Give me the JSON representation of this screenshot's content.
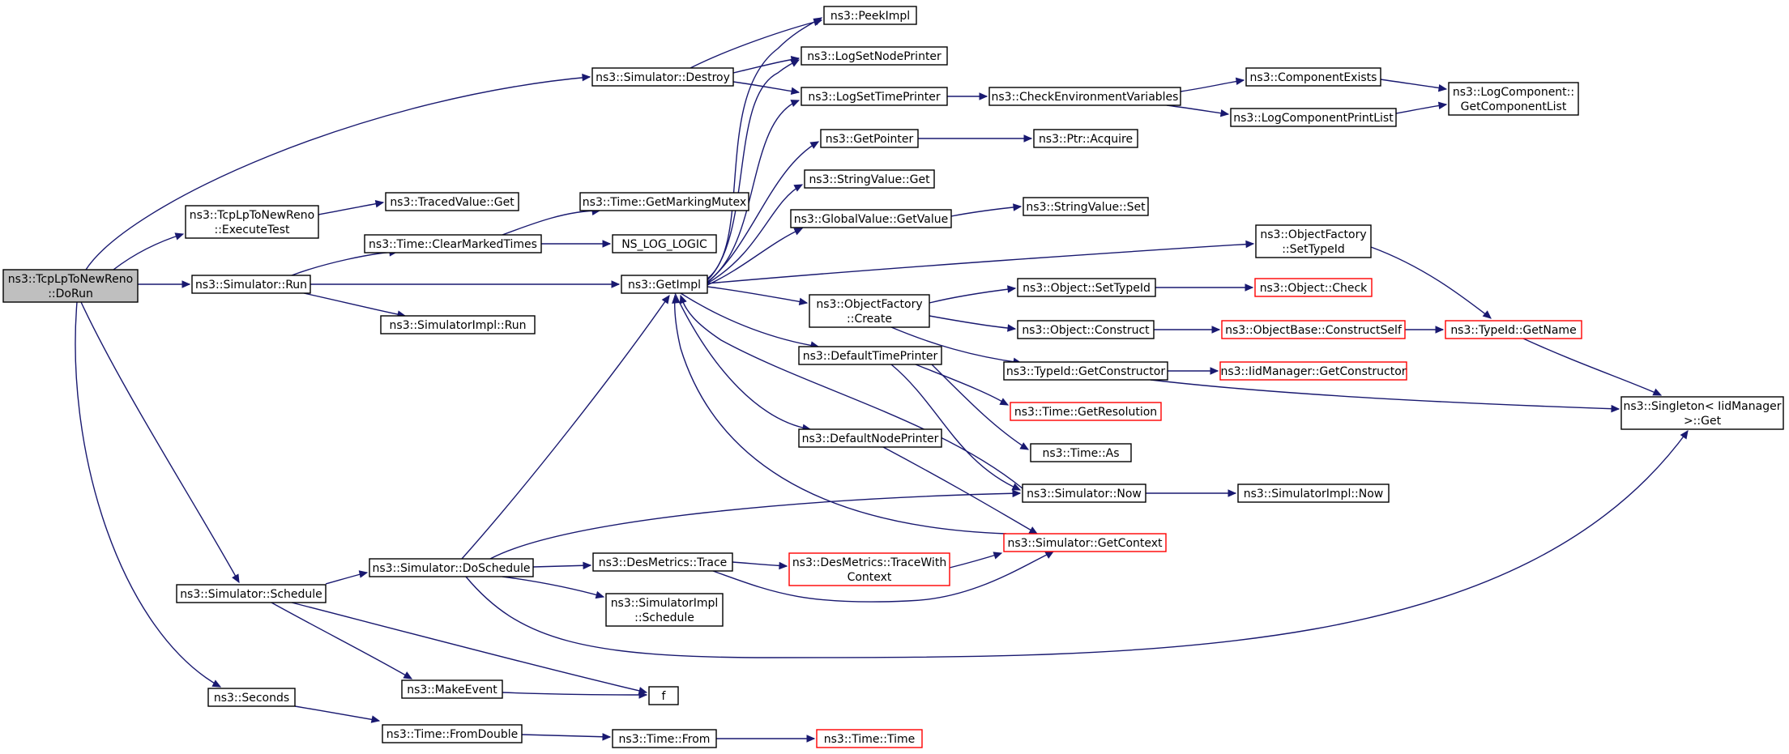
{
  "diagram": {
    "colors": {
      "edge": "#191970",
      "border": "#000000",
      "highlight_border": "#ff0000",
      "root_fill": "#bfbfbf"
    },
    "nodes": [
      {
        "id": "doRun",
        "lines": [
          "ns3::TcpLpToNewReno",
          "::DoRun"
        ],
        "style": "root"
      },
      {
        "id": "executeTest",
        "lines": [
          "ns3::TcpLpToNewReno",
          "::ExecuteTest"
        ],
        "style": "normal"
      },
      {
        "id": "simRun",
        "lines": [
          "ns3::Simulator::Run"
        ],
        "style": "normal"
      },
      {
        "id": "simSchedule",
        "lines": [
          "ns3::Simulator::Schedule"
        ],
        "style": "normal"
      },
      {
        "id": "seconds",
        "lines": [
          "ns3::Seconds"
        ],
        "style": "normal"
      },
      {
        "id": "tracedGet",
        "lines": [
          "ns3::TracedValue::Get"
        ],
        "style": "normal"
      },
      {
        "id": "clearMarked",
        "lines": [
          "ns3::Time::ClearMarkedTimes"
        ],
        "style": "normal"
      },
      {
        "id": "implRun",
        "lines": [
          "ns3::SimulatorImpl::Run"
        ],
        "style": "normal"
      },
      {
        "id": "doSchedule",
        "lines": [
          "ns3::Simulator::DoSchedule"
        ],
        "style": "normal"
      },
      {
        "id": "makeEvent",
        "lines": [
          "ns3::MakeEvent"
        ],
        "style": "normal"
      },
      {
        "id": "f",
        "lines": [
          "f"
        ],
        "style": "normal"
      },
      {
        "id": "fromDouble",
        "lines": [
          "ns3::Time::FromDouble"
        ],
        "style": "normal"
      },
      {
        "id": "simDestroy",
        "lines": [
          "ns3::Simulator::Destroy"
        ],
        "style": "normal"
      },
      {
        "id": "markingMutex",
        "lines": [
          "ns3::Time::GetMarkingMutex"
        ],
        "style": "normal"
      },
      {
        "id": "nsLogLogic",
        "lines": [
          "NS_LOG_LOGIC"
        ],
        "style": "normal"
      },
      {
        "id": "getImpl",
        "lines": [
          "ns3::GetImpl"
        ],
        "style": "normal"
      },
      {
        "id": "desTrace",
        "lines": [
          "ns3::DesMetrics::Trace"
        ],
        "style": "normal"
      },
      {
        "id": "implSchedule",
        "lines": [
          "ns3::SimulatorImpl",
          "::Schedule"
        ],
        "style": "normal"
      },
      {
        "id": "timeFrom",
        "lines": [
          "ns3::Time::From"
        ],
        "style": "normal"
      },
      {
        "id": "peekImpl",
        "lines": [
          "ns3::PeekImpl"
        ],
        "style": "normal"
      },
      {
        "id": "logSetNode",
        "lines": [
          "ns3::LogSetNodePrinter"
        ],
        "style": "normal"
      },
      {
        "id": "logSetTime",
        "lines": [
          "ns3::LogSetTimePrinter"
        ],
        "style": "normal"
      },
      {
        "id": "getPointer",
        "lines": [
          "ns3::GetPointer"
        ],
        "style": "normal"
      },
      {
        "id": "stringGet",
        "lines": [
          "ns3::StringValue::Get"
        ],
        "style": "normal"
      },
      {
        "id": "globalGet",
        "lines": [
          "ns3::GlobalValue::GetValue"
        ],
        "style": "normal"
      },
      {
        "id": "ofCreate",
        "lines": [
          "ns3::ObjectFactory",
          "::Create"
        ],
        "style": "normal"
      },
      {
        "id": "defTimePrinter",
        "lines": [
          "ns3::DefaultTimePrinter"
        ],
        "style": "normal"
      },
      {
        "id": "defNodePrinter",
        "lines": [
          "ns3::DefaultNodePrinter"
        ],
        "style": "normal"
      },
      {
        "id": "traceWithCtx",
        "lines": [
          "ns3::DesMetrics::TraceWith",
          "Context"
        ],
        "style": "red"
      },
      {
        "id": "timeTime",
        "lines": [
          "ns3::Time::Time"
        ],
        "style": "red"
      },
      {
        "id": "checkEnv",
        "lines": [
          "ns3::CheckEnvironmentVariables"
        ],
        "style": "normal"
      },
      {
        "id": "ptrAcquire",
        "lines": [
          "ns3::Ptr::Acquire"
        ],
        "style": "normal"
      },
      {
        "id": "stringSet",
        "lines": [
          "ns3::StringValue::Set"
        ],
        "style": "normal"
      },
      {
        "id": "objSetTypeId",
        "lines": [
          "ns3::Object::SetTypeId"
        ],
        "style": "normal"
      },
      {
        "id": "objConstruct",
        "lines": [
          "ns3::Object::Construct"
        ],
        "style": "normal"
      },
      {
        "id": "getConstructor",
        "lines": [
          "ns3::TypeId::GetConstructor"
        ],
        "style": "normal"
      },
      {
        "id": "getResolution",
        "lines": [
          "ns3::Time::GetResolution"
        ],
        "style": "red"
      },
      {
        "id": "timeAs",
        "lines": [
          "ns3::Time::As"
        ],
        "style": "normal"
      },
      {
        "id": "simNow",
        "lines": [
          "ns3::Simulator::Now"
        ],
        "style": "normal"
      },
      {
        "id": "simGetContext",
        "lines": [
          "ns3::Simulator::GetContext"
        ],
        "style": "red"
      },
      {
        "id": "componentExists",
        "lines": [
          "ns3::ComponentExists"
        ],
        "style": "normal"
      },
      {
        "id": "logCompPrint",
        "lines": [
          "ns3::LogComponentPrintList"
        ],
        "style": "normal"
      },
      {
        "id": "ofSetTypeId",
        "lines": [
          "ns3::ObjectFactory",
          "::SetTypeId"
        ],
        "style": "normal"
      },
      {
        "id": "objCheck",
        "lines": [
          "ns3::Object::Check"
        ],
        "style": "red"
      },
      {
        "id": "constructSelf",
        "lines": [
          "ns3::ObjectBase::ConstructSelf"
        ],
        "style": "red"
      },
      {
        "id": "iidGetCtor",
        "lines": [
          "ns3::IidManager::GetConstructor"
        ],
        "style": "red"
      },
      {
        "id": "implNow",
        "lines": [
          "ns3::SimulatorImpl::Now"
        ],
        "style": "normal"
      },
      {
        "id": "getCompList",
        "lines": [
          "ns3::LogComponent::",
          "GetComponentList"
        ],
        "style": "normal"
      },
      {
        "id": "getName",
        "lines": [
          "ns3::TypeId::GetName"
        ],
        "style": "red"
      },
      {
        "id": "singletonGet",
        "lines": [
          "ns3::Singleton< IidManager",
          ">::Get"
        ],
        "style": "normal"
      }
    ]
  }
}
